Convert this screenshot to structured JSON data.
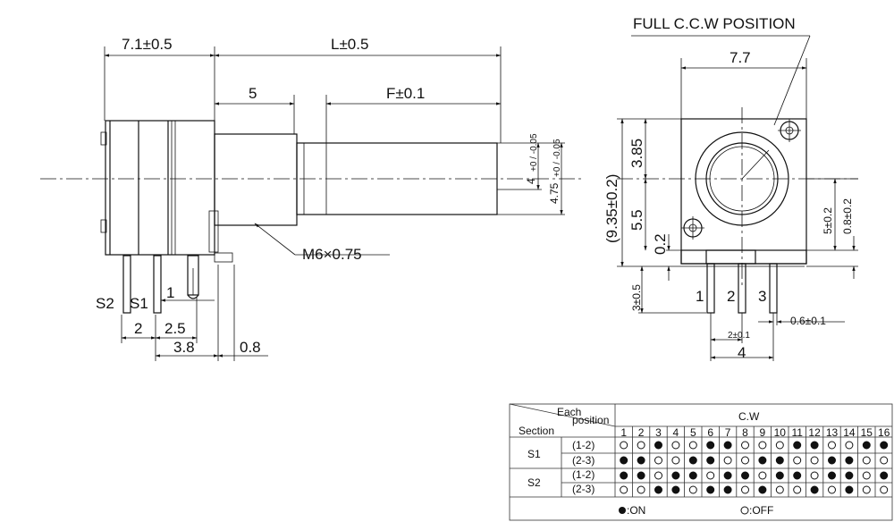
{
  "side_view": {
    "dim_body_width": "7.1±0.5",
    "dim_length": "L±0.5",
    "dim_thread_len": "5",
    "dim_flat": "F±0.1",
    "dim_flat_height": "4",
    "dim_flat_tol": "+0 / -0.05",
    "dim_shaft_dia": "4.75",
    "dim_shaft_tol": "+0 / -0.05",
    "thread_label": "M6×0.75",
    "switch_s2": "S2",
    "switch_s1": "S1",
    "dim_pin_offset": "1",
    "dim_2": "2",
    "dim_2_5": "2.5",
    "dim_3_8": "3.8",
    "dim_0_8": "0.8"
  },
  "front_view": {
    "title": "FULL C.C.W  POSITION",
    "dim_width": "7.7",
    "dim_height": "(9.35±0.2)",
    "dim_3_85": "3.85",
    "dim_5_5": "5.5",
    "dim_0_2": "0.2",
    "dim_5_0_2": "5±0.2",
    "dim_0_8_0_2": "0.8±0.2",
    "dim_3_0_5": "3±0.5",
    "pin_1": "1",
    "pin_2": "2",
    "pin_3": "3",
    "dim_pitch": "2±0.1",
    "dim_pin_width": "0.6±0.1",
    "dim_4": "4"
  },
  "switch_table": {
    "header_each": "Each",
    "header_position": "position",
    "header_section": "Section",
    "header_cw": "C.W",
    "positions": [
      "1",
      "2",
      "3",
      "4",
      "5",
      "6",
      "7",
      "8",
      "9",
      "10",
      "11",
      "12",
      "13",
      "14",
      "15",
      "16"
    ],
    "rows": [
      {
        "section": "S1",
        "contact": "(1-2)",
        "states": [
          0,
          0,
          1,
          0,
          0,
          1,
          1,
          0,
          0,
          0,
          1,
          1,
          0,
          0,
          1,
          1
        ]
      },
      {
        "section": "",
        "contact": "(2-3)",
        "states": [
          1,
          1,
          0,
          0,
          1,
          1,
          0,
          0,
          1,
          1,
          0,
          0,
          1,
          1,
          0,
          0
        ]
      },
      {
        "section": "S2",
        "contact": "(1-2)",
        "states": [
          1,
          1,
          0,
          1,
          1,
          0,
          1,
          1,
          0,
          1,
          1,
          0,
          1,
          1,
          0,
          1
        ]
      },
      {
        "section": "",
        "contact": "(2-3)",
        "states": [
          0,
          0,
          1,
          1,
          0,
          1,
          1,
          0,
          1,
          0,
          0,
          1,
          0,
          1,
          0,
          0
        ]
      }
    ],
    "legend_on": ":ON",
    "legend_off": ":OFF"
  }
}
